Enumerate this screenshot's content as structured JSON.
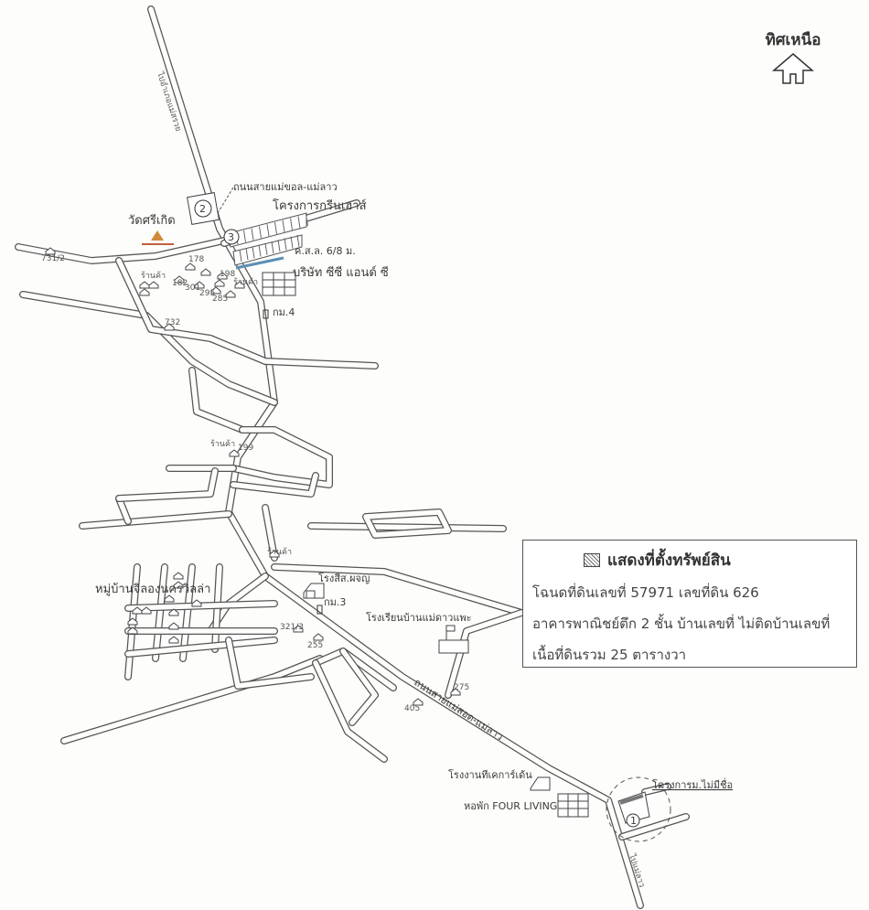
{
  "north": {
    "label": "ทิศเหนือ",
    "icon": "north-arrow-icon"
  },
  "legend": {
    "title": "แสดงที่ตั้งทรัพย์สิน",
    "swatch_icon": "hatched-square-icon",
    "line1": "โฉนดที่ดินเลขที่  57971  เลขที่ดิน  626",
    "line2": "อาคารพาณิชย์ตึก 2 ชั้น  บ้านเลขที่ ไม่ติดบ้านเลขที่",
    "line3": "เนื้อที่ดินรวม  25  ตารางวา"
  },
  "labels": {
    "road_top": "ไปอำเภอแม่สรวย",
    "road_north_name": "ถนนสายแม่ขอล-แม่ลาว",
    "greenhouse": "โครงการกรีนเฮาส์",
    "wat": "วัดศรีเกิด",
    "canal": "ค.ส.ล. 6/8 ม.",
    "company": "บริษัท ซีซี แอนด์ ซี",
    "km4": "กม.4",
    "km3": "กม.3",
    "shop1": "ร้านค้า",
    "shop2": "ร้านค้า",
    "shop3": "ร้านค้า",
    "shop4": "ร้านค้า",
    "village": "หมู่บ้านจิลองนครวิลล่า",
    "mill": "โรงสีส.ผจญ",
    "school": "โรงเรียนบ้านแม่ดาวแพะ",
    "road_south_name": "ถนนสายแม่สอด-แม่ลาว",
    "factory": "โรงงานทีเคการ์เด้น",
    "dorm": "หอพัก FOUR LIVING",
    "project": "โครงการม.ไม่มีชื่อ",
    "road_bottom": "ไปแม่ลาว",
    "marker1": "1",
    "marker2": "2",
    "marker3": "3"
  },
  "house_numbers": [
    "731/2",
    "178",
    "182",
    "301",
    "295",
    "285",
    "198",
    "732",
    "199",
    "321/3",
    "255",
    "275",
    "405"
  ]
}
